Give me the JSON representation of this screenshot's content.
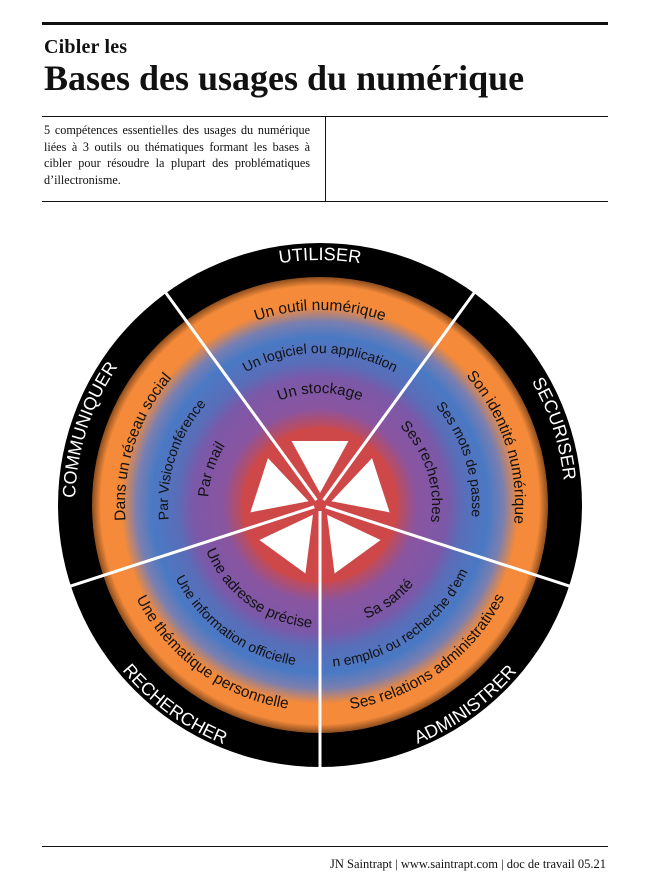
{
  "header": {
    "kicker": "Cibler les",
    "title": "Bases des usages du numérique",
    "description": "5 compétences essentielles des usages du numérique liées à 3 outils ou thématiques formant les bases à cibler pour résoudre la plupart des problématiques d’illectronisme."
  },
  "diagram": {
    "colors": {
      "outer_ring": "#000000",
      "orange_ring": "#f48a3a",
      "blue_ring": "#4a79c4",
      "purple_ring": "#7b58a8",
      "center": "#cf4848",
      "dividers": "#ffffff"
    },
    "sectors": [
      {
        "competence": "UTILISER",
        "outil_1": "Un outil numérique",
        "outil_2": "Un logiciel ou application",
        "outil_3": "Un stockage"
      },
      {
        "competence": "SECURISER",
        "outil_1": "Son identité numérique",
        "outil_2": "Ses mots de passe",
        "outil_3": "Ses recherches"
      },
      {
        "competence": "ADMINISTRER",
        "outil_1": "Ses relations administratives",
        "outil_2": "Son emploi ou recherche d’emploi",
        "outil_3": "Sa santé"
      },
      {
        "competence": "RECHERCHER",
        "outil_1": "Une thématique personnelle",
        "outil_2": "Une information officielle",
        "outil_3": "Une adresse précise"
      },
      {
        "competence": "COMMUNIQUER",
        "outil_1": "Dans un réseau social",
        "outil_2": "Par Visioconférence",
        "outil_3": "Par mail"
      }
    ]
  },
  "footer": {
    "text": "JN Saintrapt | www.saintrapt.com | doc de travail 05.21"
  }
}
